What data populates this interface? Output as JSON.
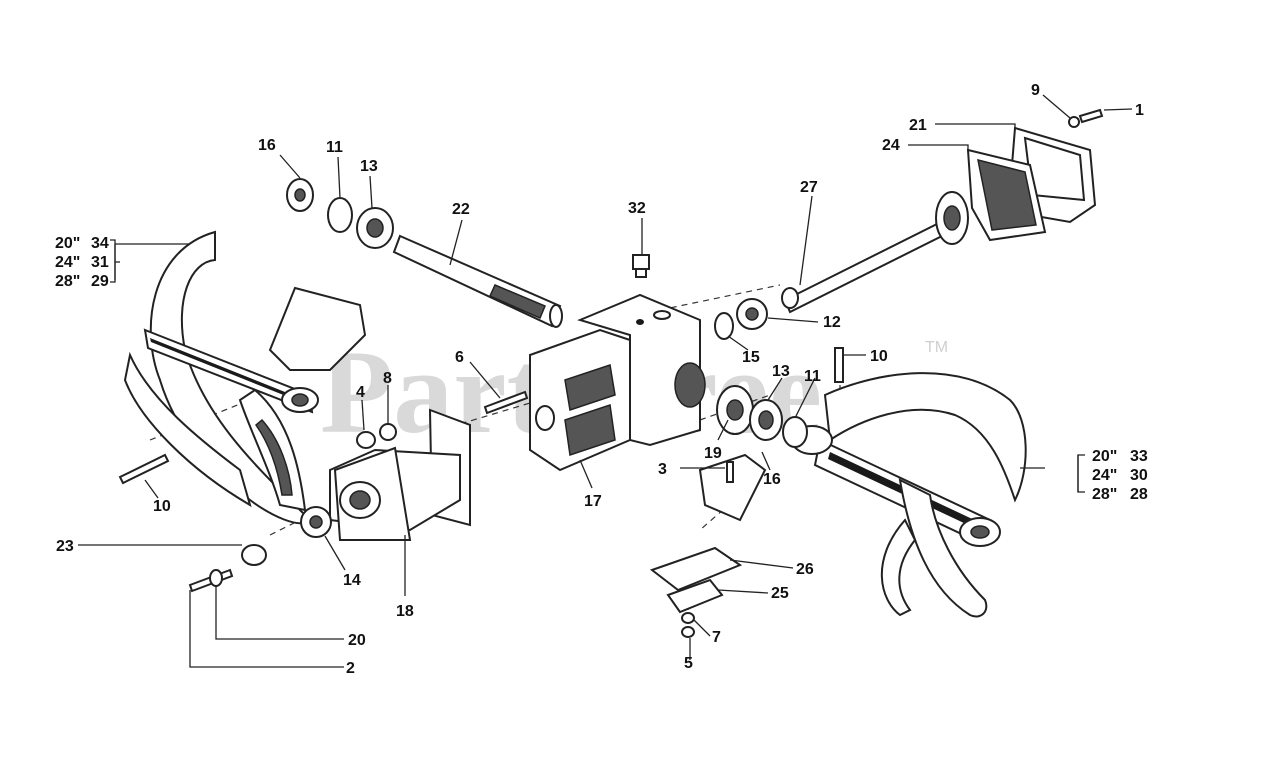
{
  "watermark": {
    "text": "PartsTree",
    "trademark": "TM"
  },
  "callouts": {
    "c1": "1",
    "c2": "2",
    "c3": "3",
    "c4": "4",
    "c5": "5",
    "c6": "6",
    "c7": "7",
    "c8": "8",
    "c9": "9",
    "c10a": "10",
    "c10b": "10",
    "c11a": "11",
    "c11b": "11",
    "c12": "12",
    "c13a": "13",
    "c13b": "13",
    "c14": "14",
    "c15": "15",
    "c16a": "16",
    "c16b": "16",
    "c17": "17",
    "c18": "18",
    "c19": "19",
    "c20": "20",
    "c21": "21",
    "c22": "22",
    "c23": "23",
    "c24": "24",
    "c25": "25",
    "c26": "26",
    "c27": "27",
    "c32": "32"
  },
  "left_size_table": [
    {
      "size": "20\"",
      "part": "34"
    },
    {
      "size": "24\"",
      "part": "31"
    },
    {
      "size": "28\"",
      "part": "29"
    }
  ],
  "right_size_table": [
    {
      "size": "20\"",
      "part": "33"
    },
    {
      "size": "24\"",
      "part": "30"
    },
    {
      "size": "28\"",
      "part": "28"
    }
  ]
}
